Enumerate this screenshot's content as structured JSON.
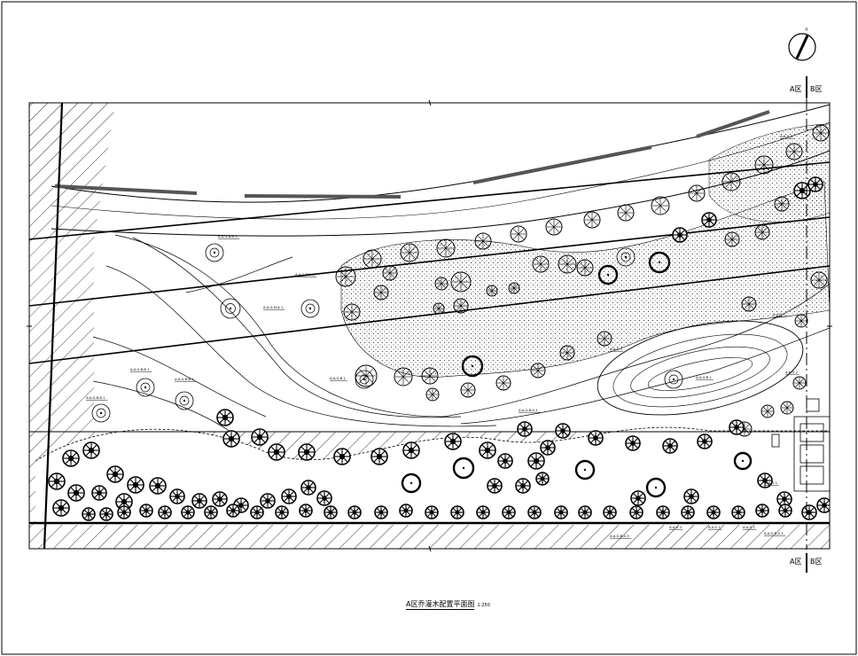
{
  "drawing": {
    "title": "A区乔灌木配置平面图",
    "scale": "1:250",
    "north_mark": "北"
  },
  "zones": {
    "a_label": "A区",
    "b_label": "B区"
  },
  "colors": {
    "line": "#000000",
    "paper": "#ffffff",
    "road": "#555555"
  },
  "plant_labels": [
    "A.A.G.B.B 1",
    "A.A.G.B.B 1",
    "A.A.G.M.A 1",
    "A.A.G.B.B 1",
    "A.A.G.B.B 1",
    "A.A.G.B.B 1",
    "A.A.G.B 1",
    "A.A.G.B.A 1",
    "A.A.G.B 1",
    "A.A.G 2",
    "A.A.G 1",
    "A.A.G 3",
    "A.A.G 2",
    "A.A.G 1",
    "A.A.G.B.A 5",
    "A.A.G 3",
    "A.A.G 1",
    "A.A.G 1",
    "A.A.G.B.A 5"
  ]
}
